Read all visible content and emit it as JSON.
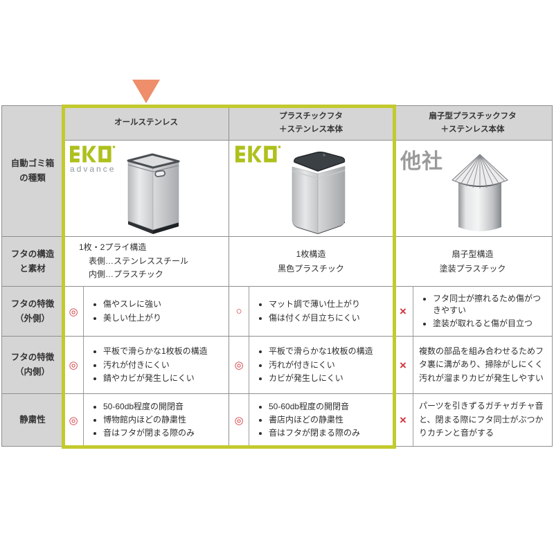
{
  "colors": {
    "highlight_border": "#c3ca2e",
    "header_bg": "#d5d5d5",
    "grid_line": "#8e8e8e",
    "rating_red": "#d0343b",
    "brand_green": "#aec01c",
    "other_gray": "#9a9a9a",
    "pointer_salmon": "#ee8e6b"
  },
  "pointer": {
    "shape": "down-triangle"
  },
  "table": {
    "row_headers": [
      [
        "自動ゴミ箱",
        "の種類"
      ],
      [
        "フタの構造",
        "と素材"
      ],
      [
        "フタの特徴",
        "（外側）"
      ],
      [
        "フタの特徴",
        "（内側）"
      ],
      [
        "静粛性"
      ]
    ],
    "columns": [
      {
        "title_lines": [
          "オールステンレス"
        ],
        "brand": {
          "logo": "eko",
          "text": "EKO",
          "mark": "®",
          "sub": "advance"
        },
        "image": "bin-rect-stainless",
        "structure_lines": [
          "1枚・2プライ構造",
          "表側…ステンレススチール",
          "内側…プラスチック"
        ],
        "rows": [
          {
            "rating": "◎",
            "items": [
              "傷やスレに強い",
              "美しい仕上がり"
            ]
          },
          {
            "rating": "◎",
            "items": [
              "平板で滑らかな1枚板の構造",
              "汚れが付きにくい",
              "錆やカビが発生しにくい"
            ]
          },
          {
            "rating": "◎",
            "items": [
              "50-60db程度の開閉音",
              "博物館内ほどの静粛性",
              "音はフタが閉まる際のみ"
            ]
          }
        ]
      },
      {
        "title_lines": [
          "プラスチックフタ",
          "＋ステンレス本体"
        ],
        "brand": {
          "logo": "eko",
          "text": "EKO",
          "mark": "®",
          "sub": ""
        },
        "image": "bin-rect-blacklid",
        "structure_lines": [
          "1枚構造",
          "黒色プラスチック"
        ],
        "rows": [
          {
            "rating": "○",
            "items": [
              "マット調で薄い仕上がり",
              "傷は付くが目立ちにくい"
            ]
          },
          {
            "rating": "◎",
            "items": [
              "平板で滑らかな1枚板の構造",
              "汚れが付きにくい",
              "カビが発生しにくい"
            ]
          },
          {
            "rating": "◎",
            "items": [
              "50-60db程度の開閉音",
              "書店内ほどの静粛性",
              "音はフタが閉まる際のみ"
            ]
          }
        ]
      },
      {
        "title_lines": [
          "扇子型プラスチックフタ",
          "＋ステンレス本体"
        ],
        "brand": {
          "logo": "other",
          "text": "他社"
        },
        "image": "bin-cylinder-fan",
        "structure_lines": [
          "扇子型構造",
          "塗装プラスチック"
        ],
        "rows": [
          {
            "rating": "×",
            "items": [
              "フタ同士が擦れるため傷がつきやすい",
              "塗装が取れると傷が目立つ"
            ]
          },
          {
            "rating": "×",
            "text": "複数の部品を組み合わせるためフタ裏に溝があり、掃除がしにくく汚れが溜まりカビが発生しやすい"
          },
          {
            "rating": "×",
            "text": "パーツを引きずるガチャガチャ音と、閉まる際にフタ同士がぶつかりカチンと音がする"
          }
        ]
      }
    ]
  }
}
